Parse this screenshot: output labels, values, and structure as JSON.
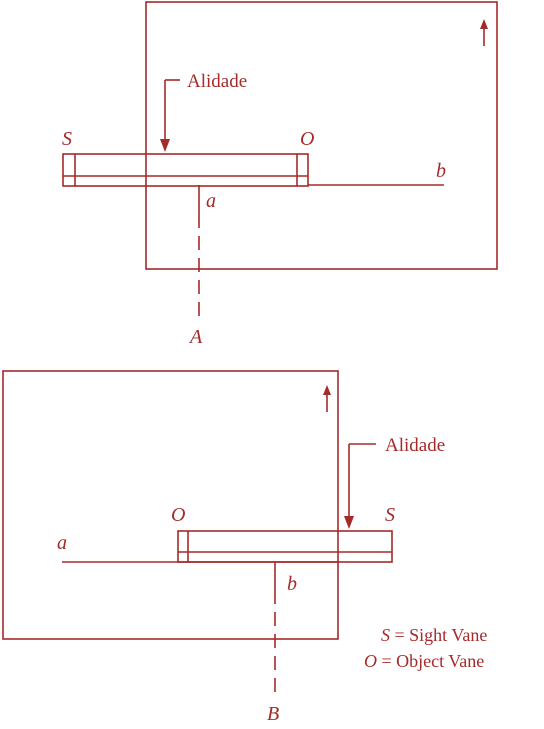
{
  "figure_top": {
    "callout_label": "Alidade",
    "sight_vane_label": "S",
    "object_vane_label": "O",
    "point_a_label": "a",
    "point_b_label": "b",
    "station_label": "A",
    "north_arrow": "up-arrow-icon"
  },
  "figure_bottom": {
    "callout_label": "Alidade",
    "sight_vane_label": "S",
    "object_vane_label": "O",
    "point_a_label": "a",
    "point_b_label": "b",
    "station_label": "B",
    "north_arrow": "up-arrow-icon"
  },
  "legend": {
    "sight_letter": "S",
    "sight_text": " = Sight Vane",
    "object_letter": "O",
    "object_text": " = Object Vane"
  },
  "colors": {
    "ink": "#a52a2a",
    "background": "#ffffff"
  }
}
